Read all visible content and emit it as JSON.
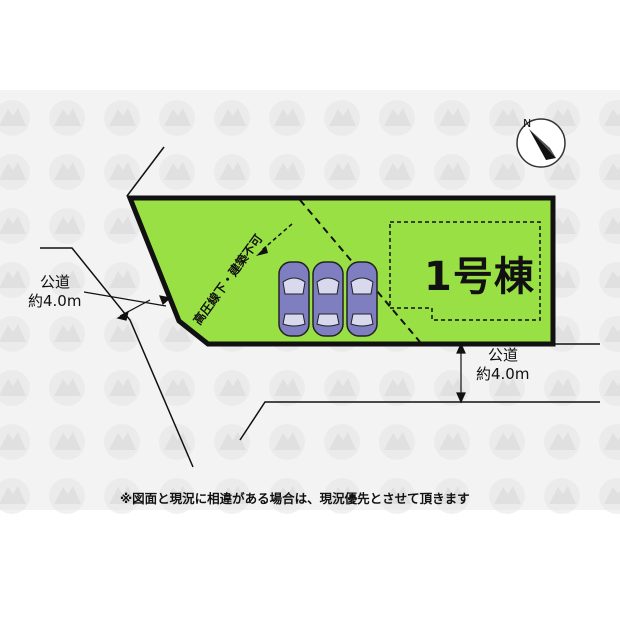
{
  "lot": {
    "building_label": "1号棟",
    "high_voltage_note": "高圧線下・建築不可",
    "fill_color": "#99e044",
    "border_color": "#111111"
  },
  "roads": {
    "west": {
      "line1": "公道",
      "line2": "約4.0m"
    },
    "south": {
      "line1": "公道",
      "line2": "約4.0m"
    }
  },
  "parking": {
    "car_count": 3,
    "car_color": "#7e7ec0"
  },
  "compass": {
    "north_label": "N",
    "icon": "north-arrow-icon"
  },
  "watermark": {
    "icon": "seibu-mountain-logo-icon"
  },
  "disclaimer": "※図面と現況に相違がある場合は、現況優先とさせて頂きます"
}
